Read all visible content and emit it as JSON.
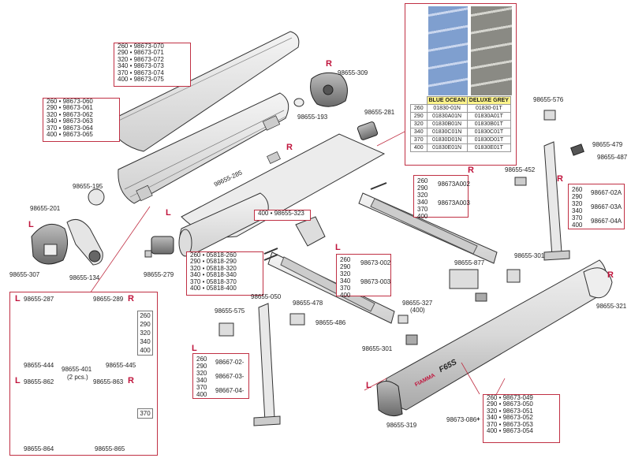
{
  "front_cover_codes": {
    "lines": [
      "260 • 98673-070",
      "290 • 98673-071",
      "320 • 98673-072",
      "340 • 98673-073",
      "370 • 98673-074",
      "400 • 98673-075"
    ]
  },
  "case_codes": {
    "lines": [
      "260 • 98673-060",
      "290 • 98673-061",
      "320 • 98673-062",
      "340 • 98673-063",
      "370 • 98673-064",
      "400 • 98673-065"
    ]
  },
  "roller_codes": {
    "lines": [
      "260 • 05818-260",
      "290 • 05818-290",
      "320 • 05818-320",
      "340 • 05818-340",
      "370 • 05818-370",
      "400 • 05818-400"
    ]
  },
  "front_bar_codes": {
    "lines": [
      "260 • 98673-049",
      "290 • 98673-050",
      "320 • 98673-051",
      "340 • 98673-052",
      "370 • 98673-053",
      "400 • 98673-054"
    ]
  },
  "fabric": {
    "swatch_colors": [
      "#7f9fcf",
      "#8a8a84"
    ],
    "headers": [
      "BLUE OCEAN",
      "DELUXE GREY"
    ],
    "rows": [
      {
        "size": "260",
        "blue": "01830-01N",
        "grey": "01830-01T"
      },
      {
        "size": "290",
        "blue": "01830A01N",
        "grey": "01830A01T"
      },
      {
        "size": "320",
        "blue": "01830B01N",
        "grey": "01830B01T"
      },
      {
        "size": "340",
        "blue": "01830C01N",
        "grey": "01830C01T"
      },
      {
        "size": "370",
        "blue": "01830D01N",
        "grey": "01830D01T"
      },
      {
        "size": "400",
        "blue": "01830E01N",
        "grey": "01830E01T"
      }
    ]
  },
  "arm_right_group": {
    "a_sizes": [
      "260",
      "290"
    ],
    "a_code": "98673A002",
    "b_sizes": [
      "320",
      "340",
      "370",
      "400"
    ],
    "b_code": "98673A003"
  },
  "arm_left_group": {
    "a_sizes": [
      "260",
      "290"
    ],
    "a_code": "98673-002",
    "b_sizes": [
      "320",
      "340",
      "370",
      "400"
    ],
    "b_code": "98673-003"
  },
  "leg_right_group": {
    "a_sizes": [
      "260",
      "290"
    ],
    "a_code": "98667-02A",
    "b_sizes": [
      "320",
      "340"
    ],
    "b_code": "98667-03A",
    "c_sizes": [
      "370",
      "400"
    ],
    "c_code": "98667-04A"
  },
  "leg_left_group": {
    "a_sizes": [
      "260",
      "290"
    ],
    "a_code": "98667-02-",
    "b_sizes": [
      "320",
      "340"
    ],
    "b_code": "98667-03-",
    "c_sizes": [
      "370",
      "400"
    ],
    "c_code": "98667-04-"
  },
  "labels": {
    "p309": "98655-309",
    "p193": "98655-193",
    "p281": "98655-281",
    "p285": "98655-285",
    "p195": "98655-195",
    "p201": "98655-201",
    "p307": "98655-307",
    "p134": "98655-134",
    "p279": "98655-279",
    "p323": "400 • 98655-323",
    "p576": "98655-576",
    "p479": "98655-479",
    "p487": "98655-487",
    "p452": "98655-452",
    "p877": "98655-877",
    "p301a": "98655-301",
    "p321": "98655-321",
    "p050": "98655-050",
    "p478": "98655-478",
    "p486": "98655-486",
    "p327": "98655-327",
    "p327b": "(400)",
    "p575": "98655-575",
    "p301b": "98655-301",
    "p319": "98655-319",
    "p086": "98673-086",
    "plus": "+",
    "p287": "98655-287",
    "p289": "98655-289",
    "p444": "98655-444",
    "p401": "98655-401",
    "p401b": "(2 pcs.)",
    "p445": "98655-445",
    "p862": "98655-862",
    "p863": "98655-863",
    "p864": "98655-864",
    "p865": "98655-865",
    "brand": "FIAMMA",
    "model": "F65S"
  },
  "side_letters": {
    "right": "R",
    "left": "L"
  },
  "size_list": [
    "260",
    "290",
    "320",
    "340",
    "400"
  ],
  "size_370": "370",
  "colors": {
    "accent": "#c0143c",
    "frame": "#c03044"
  }
}
